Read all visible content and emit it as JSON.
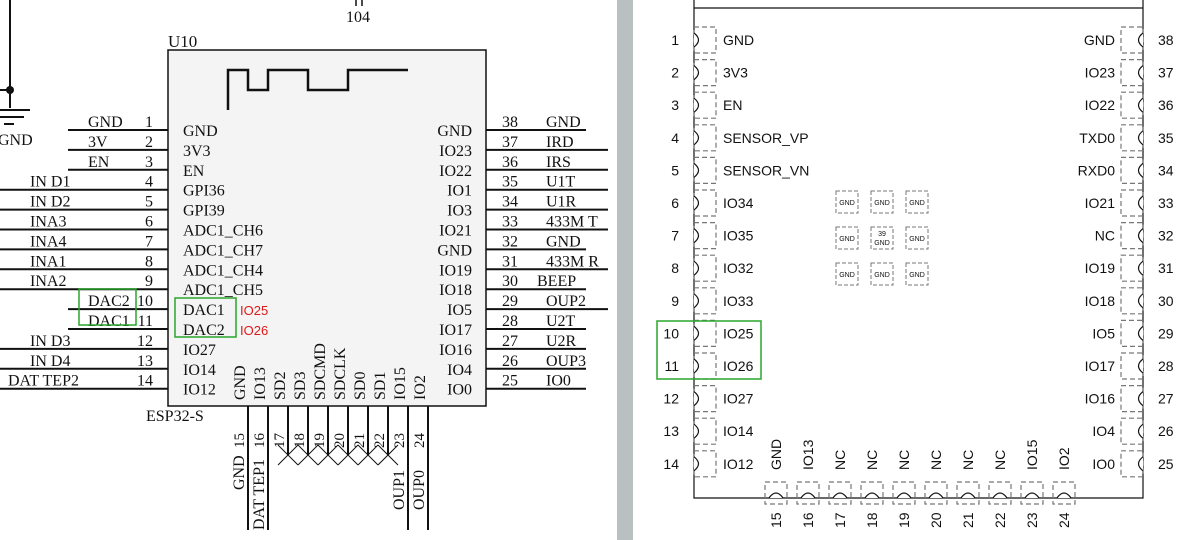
{
  "schematic": {
    "cap_label": "104",
    "ref": "U10",
    "part": "ESP32-S",
    "gnd_symbol_label": "GND",
    "left_pins": [
      {
        "num": "1",
        "net": "GND",
        "name": "GND"
      },
      {
        "num": "2",
        "net": "3V",
        "name": "3V3"
      },
      {
        "num": "3",
        "net": "EN",
        "name": "EN"
      },
      {
        "num": "4",
        "net": "IN_D1",
        "name": "GPI36"
      },
      {
        "num": "5",
        "net": "IN_D2",
        "name": "GPI39"
      },
      {
        "num": "6",
        "net": "INA3",
        "name": "ADC1_CH6"
      },
      {
        "num": "7",
        "net": "INA4",
        "name": "ADC1_CH7"
      },
      {
        "num": "8",
        "net": "INA1",
        "name": "ADC1_CH4"
      },
      {
        "num": "9",
        "net": "INA2",
        "name": "ADC1_CH5"
      },
      {
        "num": "10",
        "net": "DAC2",
        "name": "DAC1",
        "note": "IO25"
      },
      {
        "num": "11",
        "net": "DAC1",
        "name": "DAC2",
        "note": "IO26"
      },
      {
        "num": "12",
        "net": "IN_D3",
        "name": "IO27"
      },
      {
        "num": "13",
        "net": "IN_D4",
        "name": "IO14"
      },
      {
        "num": "14",
        "net": "DAT_TEP2",
        "name": "IO12"
      }
    ],
    "right_pins": [
      {
        "num": "38",
        "net": "GND",
        "name": "GND"
      },
      {
        "num": "37",
        "net": "IRD",
        "name": "IO23"
      },
      {
        "num": "36",
        "net": "IRS",
        "name": "IO22"
      },
      {
        "num": "35",
        "net": "U1T",
        "name": "IO1"
      },
      {
        "num": "34",
        "net": "U1R",
        "name": "IO3"
      },
      {
        "num": "33",
        "net": "433M_T",
        "name": "IO21"
      },
      {
        "num": "32",
        "net": "GND",
        "name": "GND"
      },
      {
        "num": "31",
        "net": "433M_R",
        "name": "IO19"
      },
      {
        "num": "30",
        "net": "BEEP",
        "name": "IO18"
      },
      {
        "num": "29",
        "net": "OUP2",
        "name": "IO5"
      },
      {
        "num": "28",
        "net": "U2T",
        "name": "IO17"
      },
      {
        "num": "27",
        "net": "U2R",
        "name": "IO16"
      },
      {
        "num": "26",
        "net": "OUP3",
        "name": "IO4"
      },
      {
        "num": "25",
        "net": "IO0",
        "name": "IO0"
      }
    ],
    "bottom_pins": [
      {
        "num": "15",
        "net": "GND",
        "name": "GND"
      },
      {
        "num": "16",
        "net": "DAT_TEP1",
        "name": "IO13"
      },
      {
        "num": "17",
        "net": "",
        "name": "SD2"
      },
      {
        "num": "18",
        "net": "",
        "name": "SD3"
      },
      {
        "num": "19",
        "net": "",
        "name": "SDCMD"
      },
      {
        "num": "20",
        "net": "",
        "name": "SDCLK"
      },
      {
        "num": "21",
        "net": "",
        "name": "SD0"
      },
      {
        "num": "22",
        "net": "",
        "name": "SD1"
      },
      {
        "num": "23",
        "net": "OUP1",
        "name": "IO15"
      },
      {
        "num": "24",
        "net": "OUP0",
        "name": "IO2"
      }
    ]
  },
  "module": {
    "left_pins": [
      {
        "num": "1",
        "name": "GND"
      },
      {
        "num": "2",
        "name": "3V3"
      },
      {
        "num": "3",
        "name": "EN"
      },
      {
        "num": "4",
        "name": "SENSOR_VP"
      },
      {
        "num": "5",
        "name": "SENSOR_VN"
      },
      {
        "num": "6",
        "name": "IO34"
      },
      {
        "num": "7",
        "name": "IO35"
      },
      {
        "num": "8",
        "name": "IO32"
      },
      {
        "num": "9",
        "name": "IO33"
      },
      {
        "num": "10",
        "name": "IO25"
      },
      {
        "num": "11",
        "name": "IO26"
      },
      {
        "num": "12",
        "name": "IO27"
      },
      {
        "num": "13",
        "name": "IO14"
      },
      {
        "num": "14",
        "name": "IO12"
      }
    ],
    "right_pins": [
      {
        "num": "38",
        "name": "GND"
      },
      {
        "num": "37",
        "name": "IO23"
      },
      {
        "num": "36",
        "name": "IO22"
      },
      {
        "num": "35",
        "name": "TXD0"
      },
      {
        "num": "34",
        "name": "RXD0"
      },
      {
        "num": "33",
        "name": "IO21"
      },
      {
        "num": "32",
        "name": "NC"
      },
      {
        "num": "31",
        "name": "IO19"
      },
      {
        "num": "30",
        "name": "IO18"
      },
      {
        "num": "29",
        "name": "IO5"
      },
      {
        "num": "28",
        "name": "IO17"
      },
      {
        "num": "27",
        "name": "IO16"
      },
      {
        "num": "26",
        "name": "IO4"
      },
      {
        "num": "25",
        "name": "IO0"
      }
    ],
    "bottom_pins": [
      {
        "num": "15",
        "name": "GND"
      },
      {
        "num": "16",
        "name": "IO13"
      },
      {
        "num": "17",
        "name": "NC"
      },
      {
        "num": "18",
        "name": "NC"
      },
      {
        "num": "19",
        "name": "NC"
      },
      {
        "num": "20",
        "name": "NC"
      },
      {
        "num": "21",
        "name": "NC"
      },
      {
        "num": "22",
        "name": "NC"
      },
      {
        "num": "23",
        "name": "IO15"
      },
      {
        "num": "24",
        "name": "IO2"
      }
    ],
    "gnd_pads": [
      "GND",
      "GND",
      "GND",
      "GND",
      "39\nGND",
      "GND",
      "GND",
      "GND",
      "GND"
    ]
  },
  "colors": {
    "highlight": "#2aa52a",
    "note": "#e01818",
    "line": "#111111",
    "chipfill": "#f4f4f4",
    "pad": "#777777"
  }
}
